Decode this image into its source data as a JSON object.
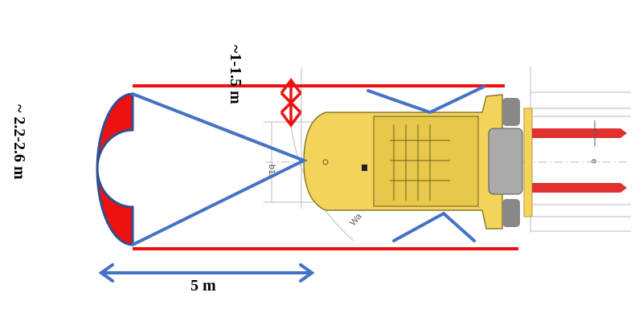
{
  "labels": {
    "clearance": "~1-1.5 m",
    "turn_width": "~ 2.2-2.6 m",
    "length": "5 m",
    "dim_b11": "b11",
    "dim_e": "e",
    "dim_wa": "Wa"
  },
  "colors": {
    "red": "#ee1111",
    "blue": "#4472c4",
    "yellow": "#f3d35a"
  }
}
